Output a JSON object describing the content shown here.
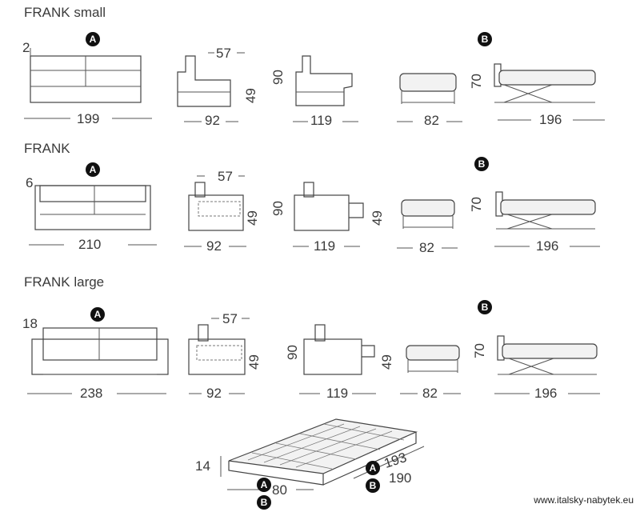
{
  "sections": [
    {
      "title": "FRANK small",
      "dims": {
        "arm": "2",
        "width": "199",
        "depth": "92",
        "back": "57",
        "seat_h": "49",
        "height": "90",
        "open_depth": "119",
        "pouf": "82",
        "bed_h": "70",
        "bed_len": "196"
      }
    },
    {
      "title": "FRANK",
      "dims": {
        "arm": "6",
        "width": "210",
        "depth": "92",
        "back": "57",
        "seat_h": "49",
        "height": "90",
        "open_depth": "119",
        "pouf": "82",
        "bed_h": "70",
        "bed_len": "196"
      }
    },
    {
      "title": "FRANK large",
      "dims": {
        "arm": "18",
        "width": "238",
        "depth": "92",
        "back": "57",
        "seat_h": "49",
        "height": "90",
        "open_depth": "119",
        "pouf": "82",
        "bed_h": "70",
        "bed_len": "196"
      }
    }
  ],
  "mattress": {
    "thickness": "14",
    "width": "80",
    "length_a": "193",
    "length_b": "190"
  },
  "badges": {
    "a": "A",
    "b": "B"
  },
  "footer": "www.italsky-nabytek.eu"
}
